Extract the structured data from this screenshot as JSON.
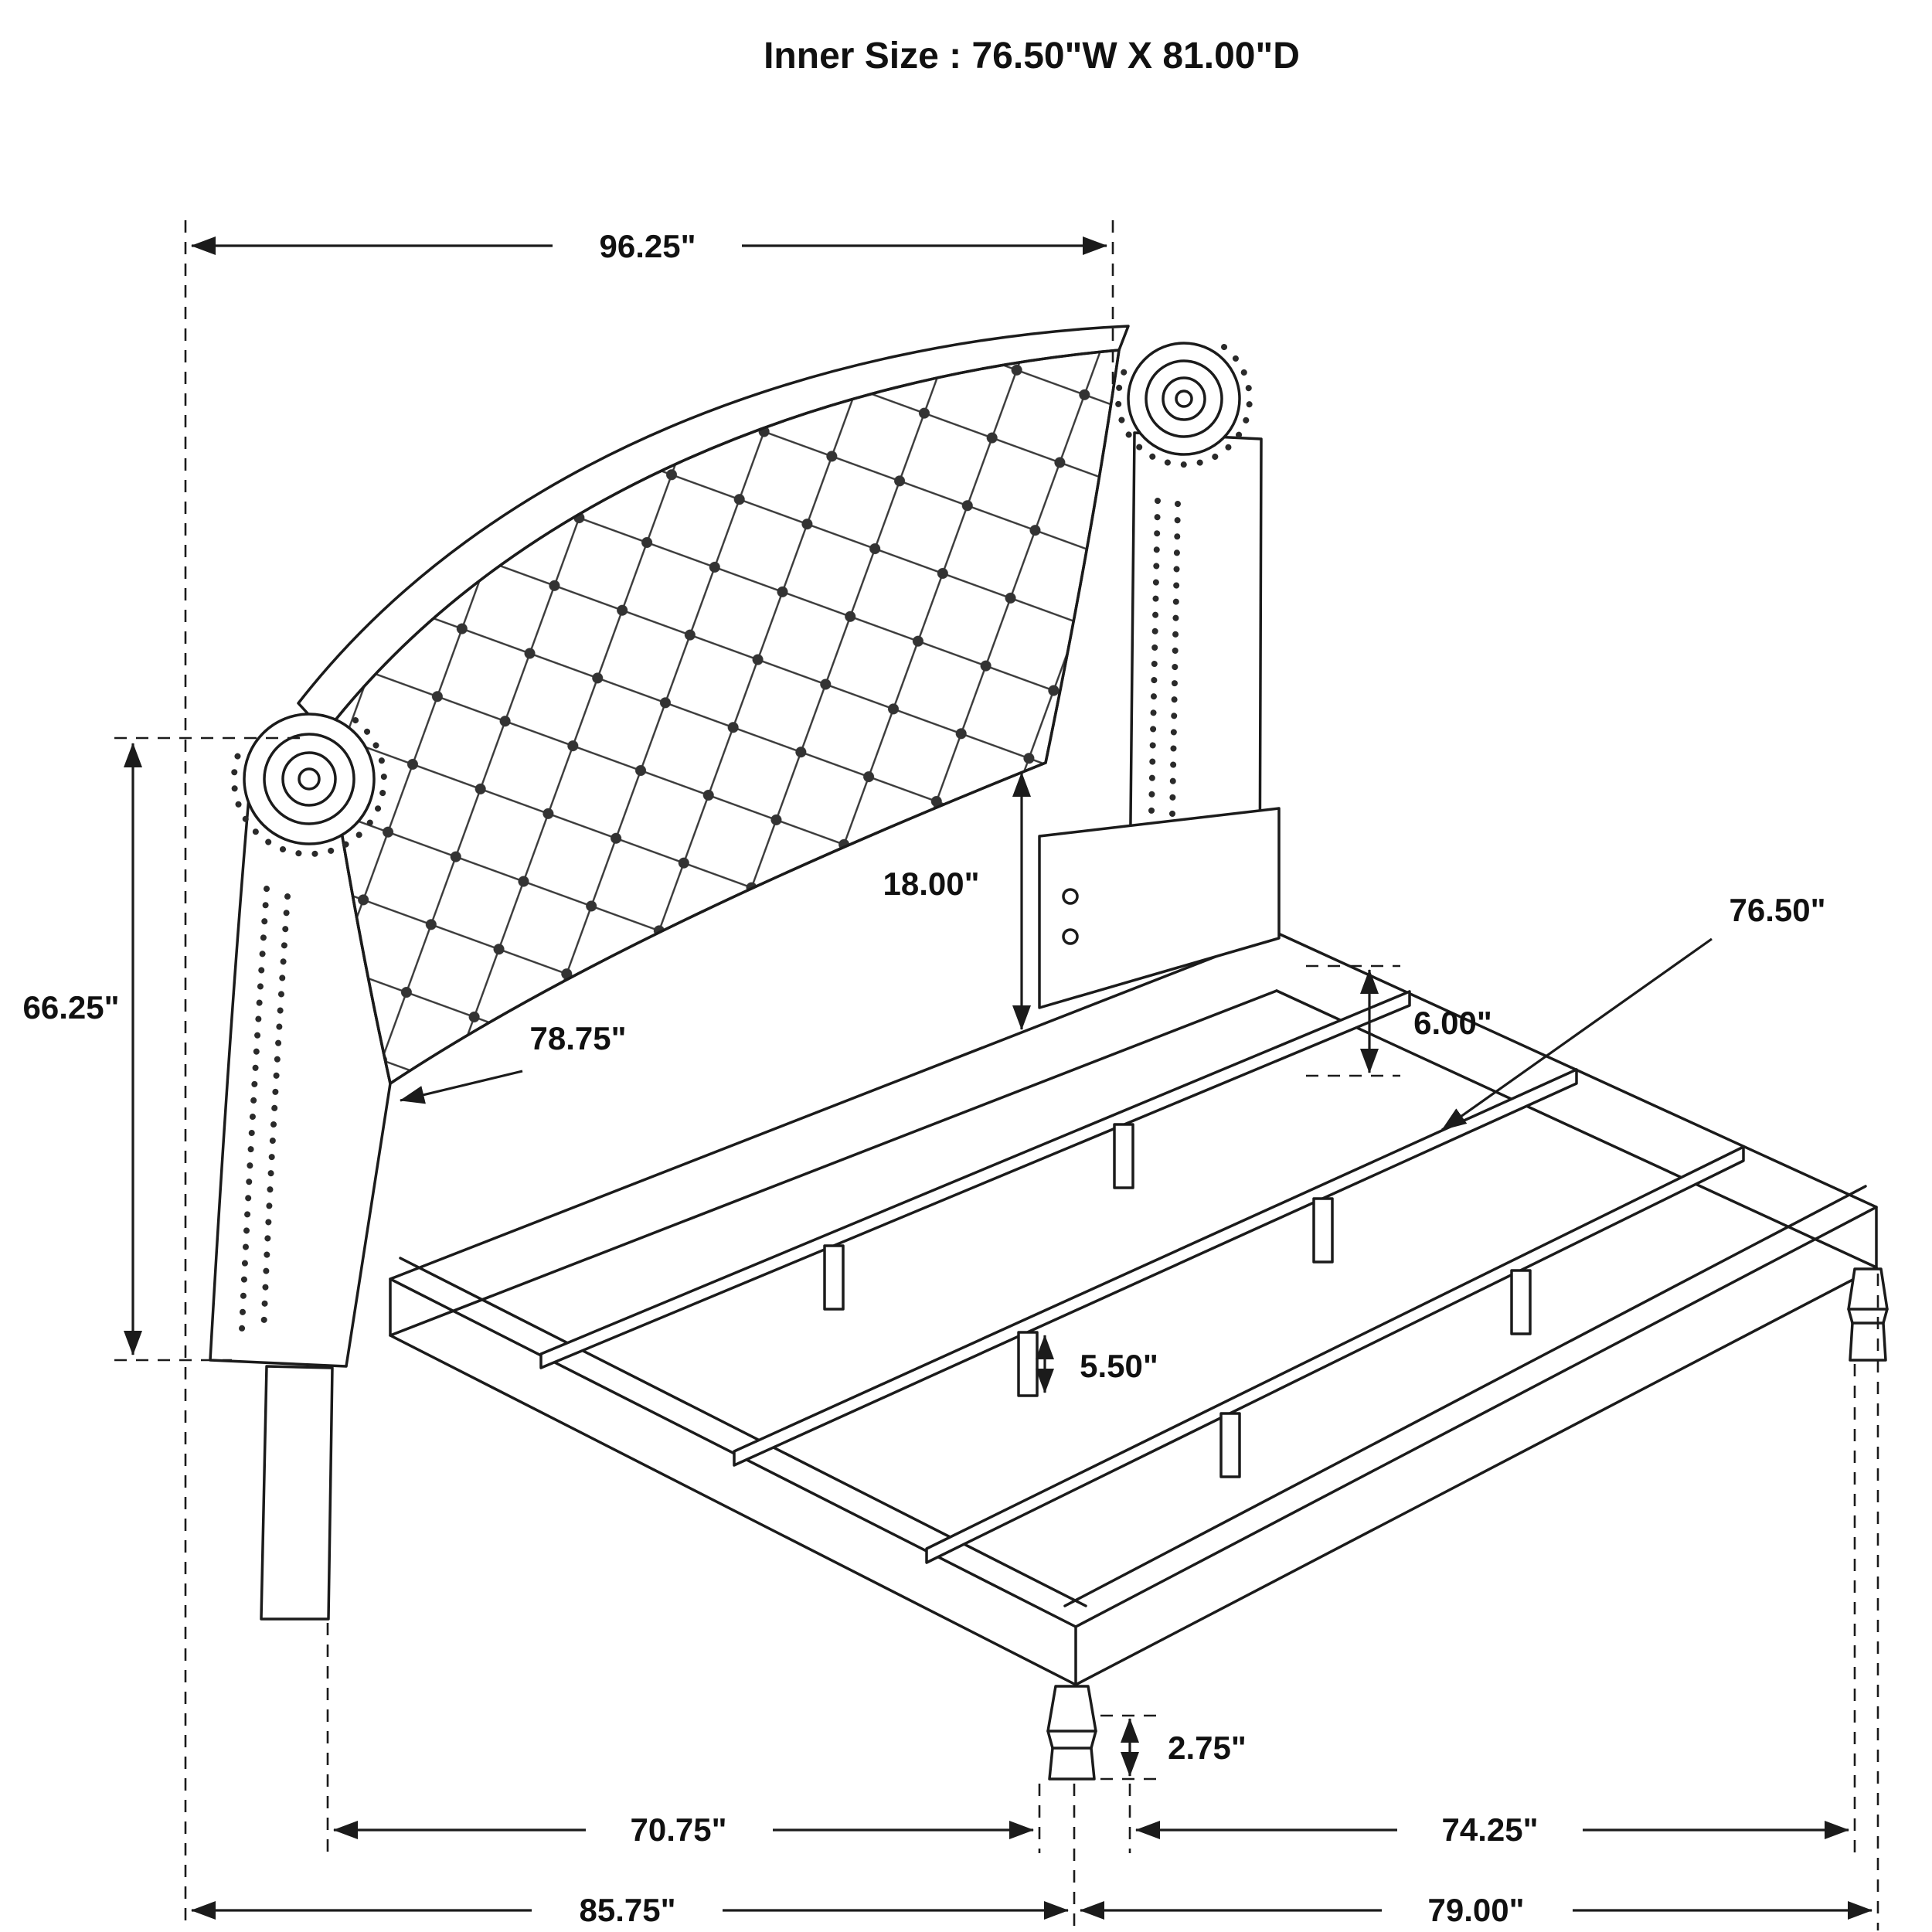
{
  "title": "Inner Size : 76.50\"W X 81.00\"D",
  "dims": {
    "overall_width_top": "96.25\"",
    "headboard_height": "66.25\"",
    "headboard_panel_height": "18.00\"",
    "headboard_width": "78.75\"",
    "slat_length": "76.50\"",
    "side_rail_height": "6.00\"",
    "slat_support_height": "5.50\"",
    "foot_height": "2.75\"",
    "inner_width": "70.75\"",
    "inner_depth": "74.25\"",
    "overall_width": "85.75\"",
    "overall_depth": "79.00\""
  }
}
